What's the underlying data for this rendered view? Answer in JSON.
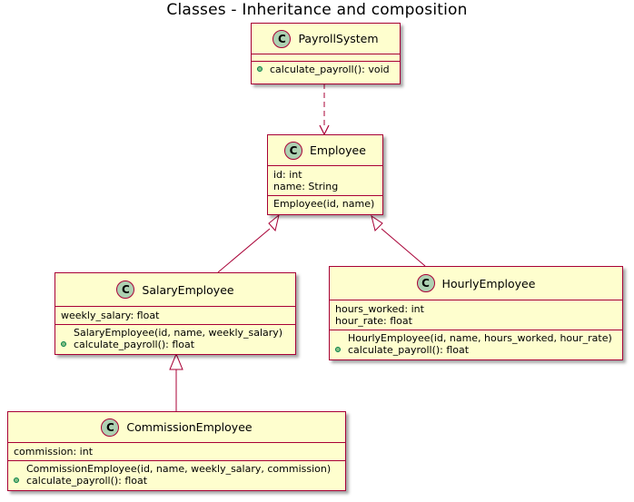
{
  "title": "Classes - Inheritance and composition",
  "class_marker": "C",
  "classes": {
    "payroll": {
      "name": "PayrollSystem",
      "fields": [],
      "methods": [
        {
          "vis": "+",
          "text": "calculate_payroll(): void"
        }
      ]
    },
    "employee": {
      "name": "Employee",
      "fields": [
        "id: int",
        "name: String"
      ],
      "methods": [
        {
          "vis": "",
          "text": "Employee(id, name)"
        }
      ]
    },
    "salary": {
      "name": "SalaryEmployee",
      "fields": [
        "weekly_salary: float"
      ],
      "methods": [
        {
          "vis": "",
          "text": "SalaryEmployee(id, name, weekly_salary)"
        },
        {
          "vis": "+",
          "text": "calculate_payroll(): float"
        }
      ]
    },
    "hourly": {
      "name": "HourlyEmployee",
      "fields": [
        "hours_worked: int",
        "hour_rate: float"
      ],
      "methods": [
        {
          "vis": "",
          "text": "HourlyEmployee(id, name, hours_worked, hour_rate)"
        },
        {
          "vis": "+",
          "text": "calculate_payroll(): float"
        }
      ]
    },
    "commission": {
      "name": "CommissionEmployee",
      "fields": [
        "commission: int"
      ],
      "methods": [
        {
          "vis": "",
          "text": "CommissionEmployee(id, name, weekly_salary, commission)"
        },
        {
          "vis": "+",
          "text": "calculate_payroll(): float"
        }
      ]
    }
  },
  "relations": [
    {
      "from": "PayrollSystem",
      "to": "Employee",
      "kind": "dependency"
    },
    {
      "from": "SalaryEmployee",
      "to": "Employee",
      "kind": "inheritance"
    },
    {
      "from": "HourlyEmployee",
      "to": "Employee",
      "kind": "inheritance"
    },
    {
      "from": "CommissionEmployee",
      "to": "SalaryEmployee",
      "kind": "inheritance"
    }
  ],
  "colors": {
    "fill": "#FEFECE",
    "border": "#A80036",
    "circle": "#ADD1B2",
    "public_dot": "#84BE84"
  }
}
